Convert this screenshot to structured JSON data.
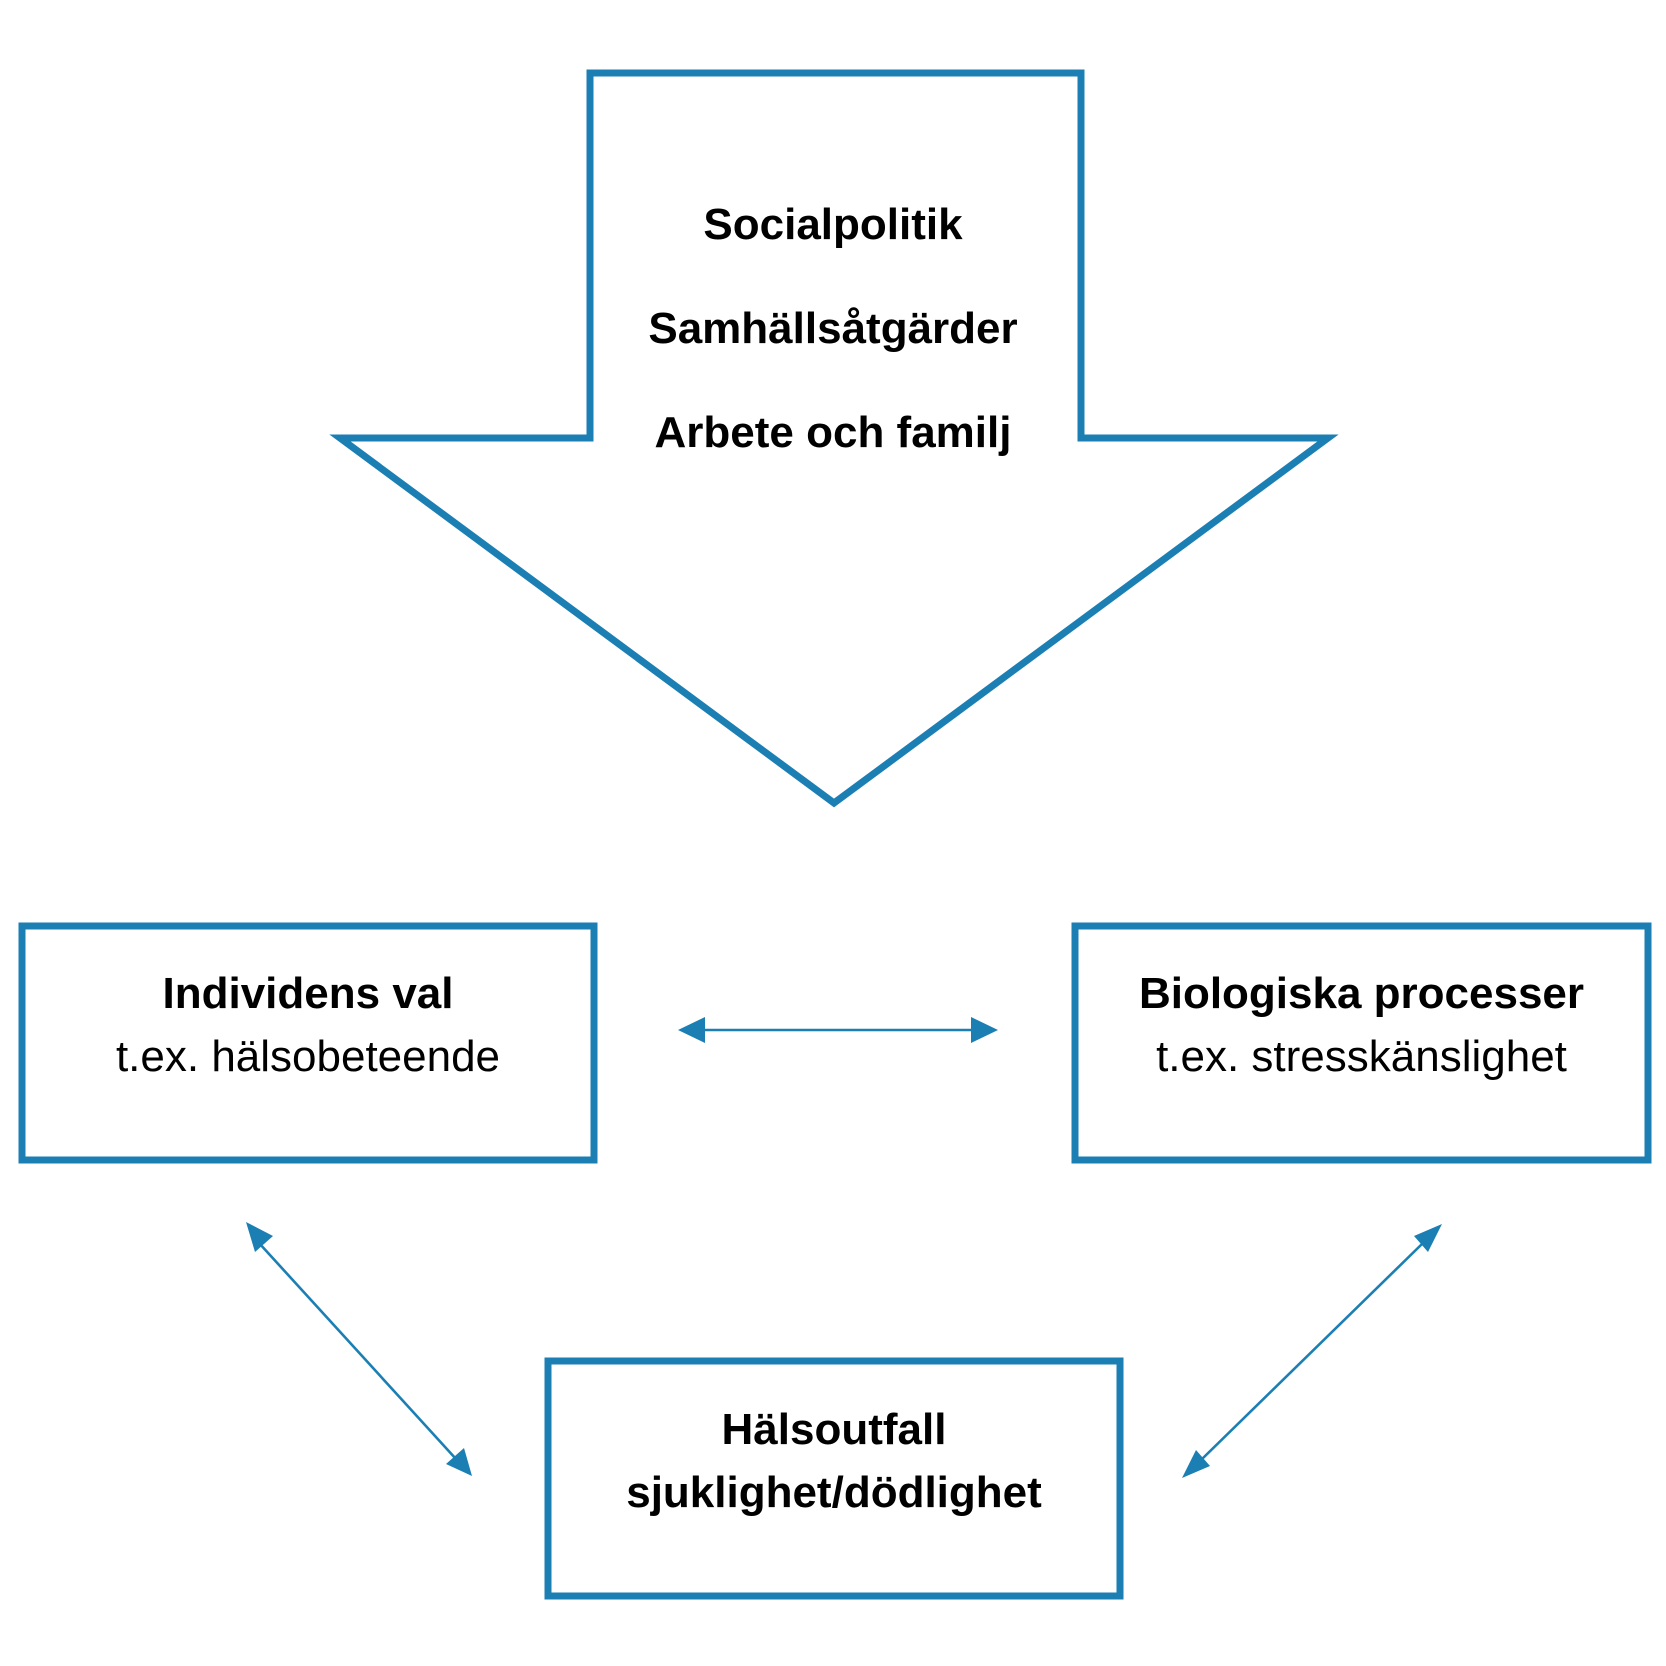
{
  "colors": {
    "outline": "#1b7fb4",
    "text": "#000000",
    "background": "#ffffff"
  },
  "top_arrow": {
    "line1": "Socialpolitik",
    "line2": "Samhällsåtgärder",
    "line3": "Arbete och familj"
  },
  "box_individual": {
    "title": "Individens val",
    "subtitle": "t.ex. hälsobeteende"
  },
  "box_biological": {
    "title": "Biologiska processer",
    "subtitle": "t.ex. stresskänslighet"
  },
  "box_outcome": {
    "title": "Hälsoutfall",
    "subtitle": "sjuklighet/dödlighet"
  }
}
